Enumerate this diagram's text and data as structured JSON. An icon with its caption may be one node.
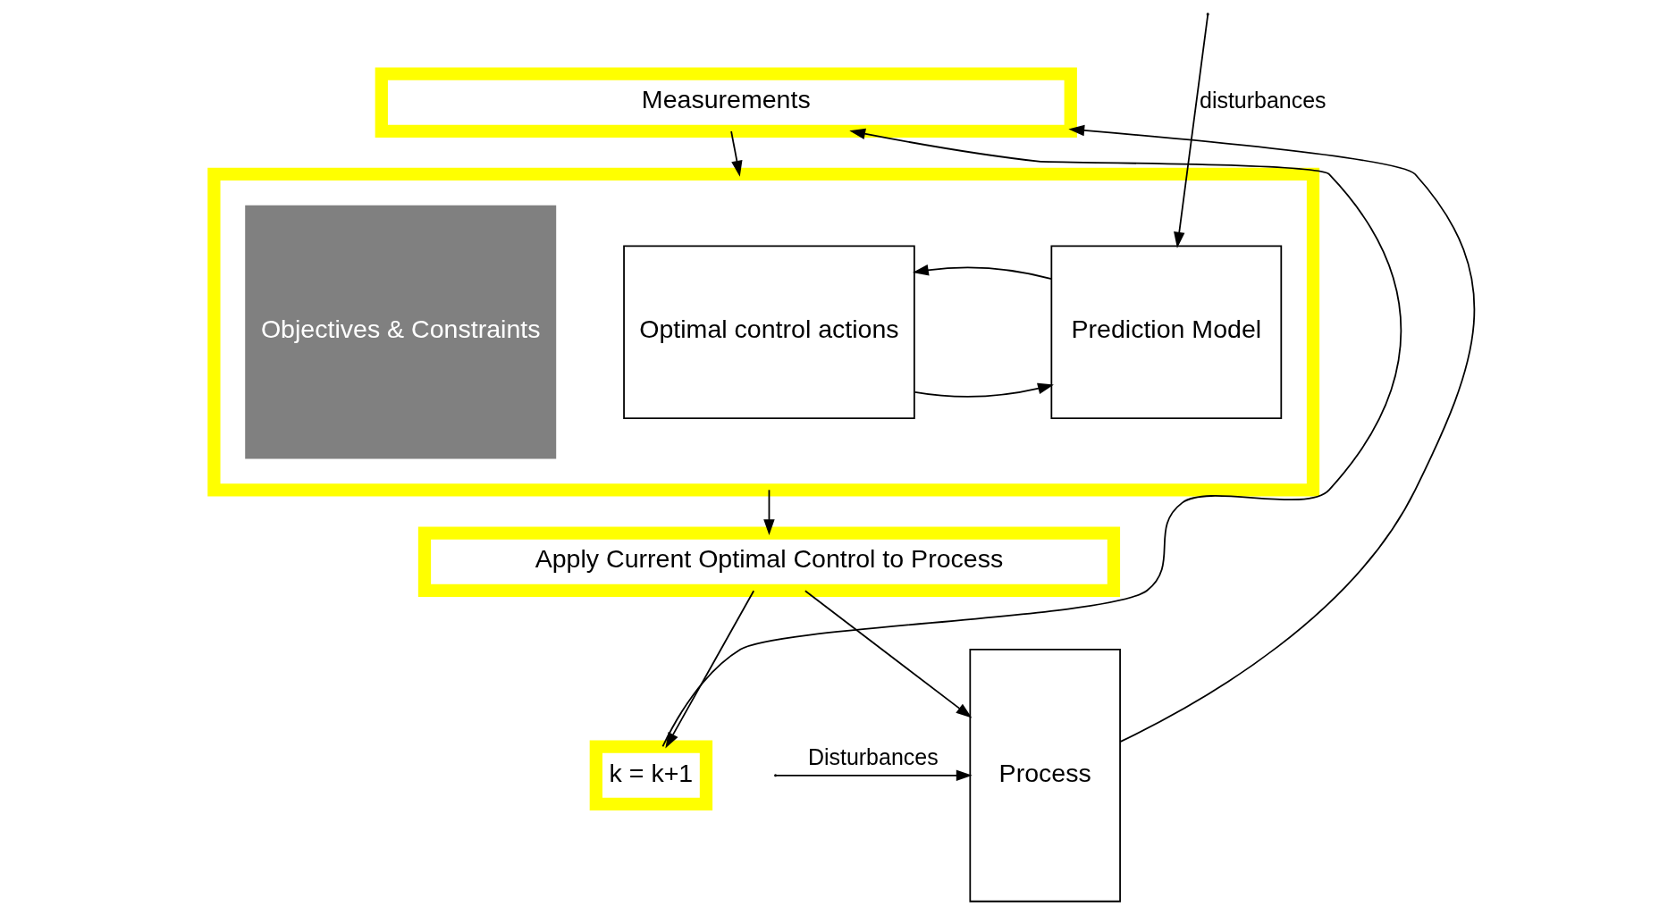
{
  "diagram": {
    "nodes": [
      {
        "text": [
          "Measurements"
        ]
      },
      {
        "text": [],
        "shape": "box"
      },
      {
        "text": [
          "Optimal control actions"
        ],
        "in": 1
      },
      {
        "text": [
          "Prediction Model"
        ],
        "in": 1
      },
      {
        "text": [
          "Objectives & Constraints"
        ],
        "in": 1
      },
      {
        "text": [
          "Apply Current Optimal Control to Process"
        ]
      },
      {
        "text": [
          "k = k+1"
        ]
      },
      {
        "text": [
          "Process"
        ]
      }
    ],
    "edges": [
      {
        "from": 6,
        "to": 0,
        "arrow": "to"
      },
      {
        "from": 0,
        "to": 1,
        "arrow": "to"
      },
      {
        "from": 2,
        "to": 3,
        "arrow": "to"
      },
      {
        "from": 3,
        "to": 2,
        "arrow": "to"
      },
      {
        "from": null,
        "to": 3,
        "label": "disturbances",
        "arrow": "to"
      },
      {
        "from": 1,
        "to": 5,
        "arrow": "to"
      },
      {
        "from": 5,
        "to": 6,
        "arrow": "to"
      },
      {
        "from": 5,
        "to": 7,
        "arrow": "to"
      },
      {
        "from": 7,
        "to": 0,
        "arrow": "to"
      },
      {
        "from": null,
        "to": 7,
        "label": "Disturbances",
        "arrow": "to"
      }
    ]
  }
}
